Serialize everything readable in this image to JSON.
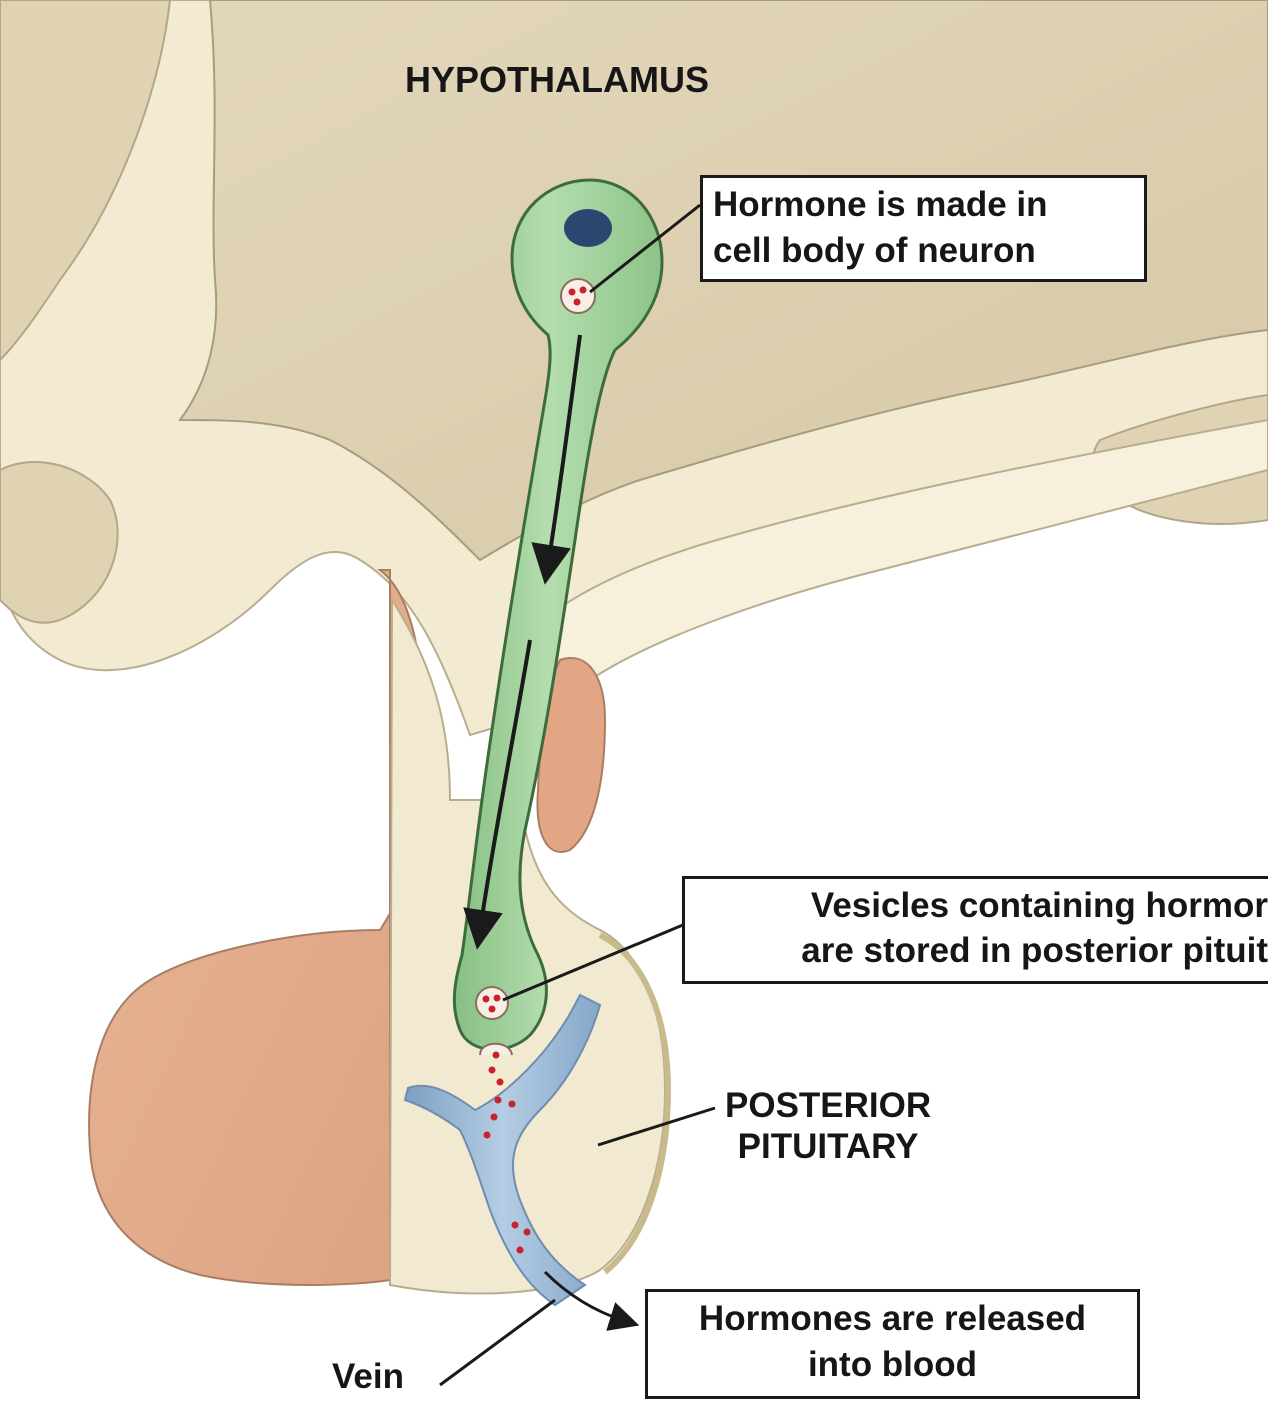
{
  "labels": {
    "hypothalamus": "HYPOTHALAMUS",
    "posterior_pituitary": [
      "POSTERIOR",
      "PITUITARY"
    ],
    "vein": "Vein"
  },
  "callouts": {
    "hormone_made": [
      "Hormone is made in",
      "cell body of neuron"
    ],
    "vesicles_stored": [
      "Vesicles containing hormor",
      "are stored in posterior pituit"
    ],
    "released": [
      "Hormones are released",
      "into blood"
    ]
  },
  "colors": {
    "neuron": "#a9d7a4",
    "hypothalamus": "#dccfb1",
    "tissue_light": "#f1ead0",
    "anterior_pituitary": "#e2ac89",
    "vein": "#9dbad6",
    "hormone_dot": "#c8232c"
  }
}
